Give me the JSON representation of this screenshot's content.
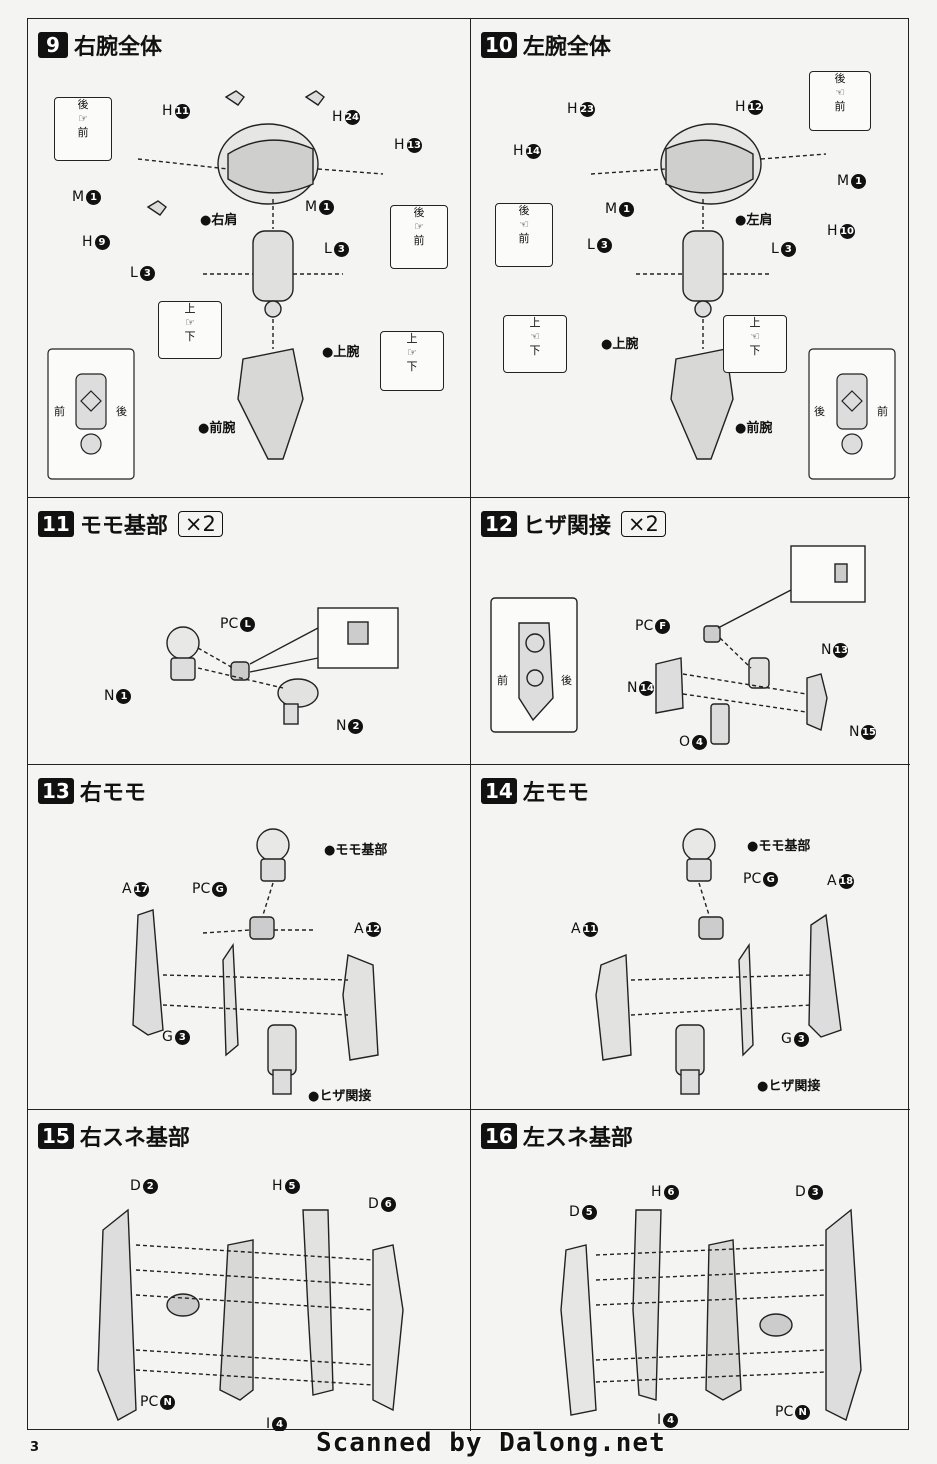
{
  "page_number": "3",
  "watermark": "Scanned by Dalong.net",
  "steps": [
    {
      "num": "9",
      "title": "右腕全体",
      "mult": "",
      "labels": [
        "H",
        "H",
        "H",
        "H",
        "M",
        "M",
        "L",
        "L",
        "●右肩",
        "●上腕",
        "●前腕"
      ],
      "badges": [
        "11",
        "24",
        "13",
        "9",
        "1",
        "1",
        "3",
        "3"
      ],
      "callouts": [
        [
          "後",
          "前"
        ],
        [
          "後",
          "前"
        ],
        [
          "上",
          "下"
        ],
        [
          "上",
          "下"
        ]
      ],
      "side": [
        "前",
        "後"
      ]
    },
    {
      "num": "10",
      "title": "左腕全体",
      "mult": "",
      "labels": [
        "H",
        "H",
        "H",
        "H",
        "M",
        "M",
        "L",
        "L",
        "●左肩",
        "●上腕",
        "●前腕"
      ],
      "badges": [
        "23",
        "12",
        "14",
        "10",
        "1",
        "1",
        "3",
        "3"
      ],
      "callouts": [
        [
          "後",
          "前"
        ],
        [
          "後",
          "前"
        ],
        [
          "上",
          "下"
        ],
        [
          "上",
          "下"
        ]
      ],
      "side": [
        "後",
        "前"
      ]
    },
    {
      "num": "11",
      "title": "モモ基部",
      "mult": "×2",
      "labels": [
        "PC",
        "N",
        "N"
      ],
      "badges": [
        "L",
        "1",
        "2"
      ]
    },
    {
      "num": "12",
      "title": "ヒザ関接",
      "mult": "×2",
      "labels": [
        "PC",
        "N",
        "N",
        "N",
        "O"
      ],
      "badges": [
        "F",
        "13",
        "14",
        "15",
        "4"
      ],
      "side": [
        "前",
        "後"
      ]
    },
    {
      "num": "13",
      "title": "右モモ",
      "mult": "",
      "labels": [
        "●モモ基部",
        "PC",
        "A",
        "A",
        "G",
        "●ヒザ関接"
      ],
      "badges": [
        "G",
        "17",
        "12",
        "3"
      ]
    },
    {
      "num": "14",
      "title": "左モモ",
      "mult": "",
      "labels": [
        "●モモ基部",
        "PC",
        "A",
        "A",
        "G",
        "●ヒザ関接"
      ],
      "badges": [
        "G",
        "18",
        "11",
        "3"
      ]
    },
    {
      "num": "15",
      "title": "右スネ基部",
      "mult": "",
      "labels": [
        "D",
        "H",
        "D",
        "PC",
        "I"
      ],
      "badges": [
        "2",
        "5",
        "6",
        "N",
        "4"
      ]
    },
    {
      "num": "16",
      "title": "左スネ基部",
      "mult": "",
      "labels": [
        "D",
        "H",
        "D",
        "PC",
        "I"
      ],
      "badges": [
        "5",
        "6",
        "3",
        "N",
        "4"
      ]
    }
  ]
}
